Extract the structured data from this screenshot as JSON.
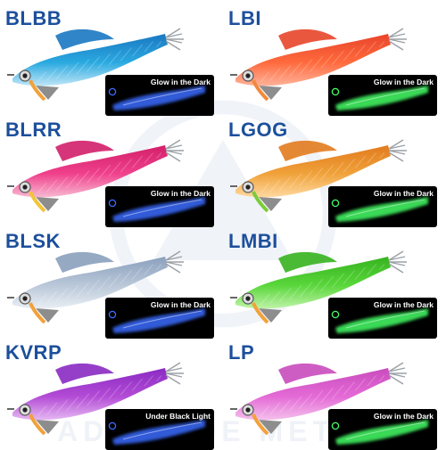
{
  "products": [
    {
      "code": "BLBB",
      "label": "Glow in the Dark",
      "body": "#2aa9e0",
      "belly": "#bfe6f7",
      "back": "#1a78c2",
      "fin": "#f2a13a",
      "glow": "#3a6cff"
    },
    {
      "code": "LBI",
      "label": "Glow in the Dark",
      "body": "#ff6a3c",
      "belly": "#ffb29a",
      "back": "#e8452a",
      "fin": "#f28a3a",
      "glow": "#44ff66"
    },
    {
      "code": "BLRR",
      "label": "Glow in the Dark",
      "body": "#f0418c",
      "belly": "#f8b9d2",
      "back": "#d31f6a",
      "fin": "#f2c43a",
      "glow": "#3a6cff"
    },
    {
      "code": "LGOG",
      "label": "Glow in the Dark",
      "body": "#f0a23a",
      "belly": "#ffd9a0",
      "back": "#e27b1e",
      "fin": "#7ccb3a",
      "glow": "#44ff66"
    },
    {
      "code": "BLSK",
      "label": "Glow in the Dark",
      "body": "#b9c7d8",
      "belly": "#e9eef4",
      "back": "#8aa0bd",
      "fin": "#f2a13a",
      "glow": "#3a6cff"
    },
    {
      "code": "LMBI",
      "label": "Glow in the Dark",
      "body": "#59d63a",
      "belly": "#bff3a8",
      "back": "#36b31f",
      "fin": "#f2a13a",
      "glow": "#44ff66"
    },
    {
      "code": "KVRP",
      "label": "Under Black Light",
      "body": "#b34bd6",
      "belly": "#e6b8f2",
      "back": "#8a2ac2",
      "fin": "#f2a13a",
      "glow": "#3a6cff"
    },
    {
      "code": "LP",
      "label": "Glow in the Dark",
      "body": "#e46ad6",
      "belly": "#f4c0ec",
      "back": "#c94bbd",
      "fin": "#f2a13a",
      "glow": "#44ff66"
    }
  ],
  "watermark": "ADELAIDE METRO",
  "colors": {
    "code_text": "#1c4f9c",
    "glow_box": "#000000"
  }
}
